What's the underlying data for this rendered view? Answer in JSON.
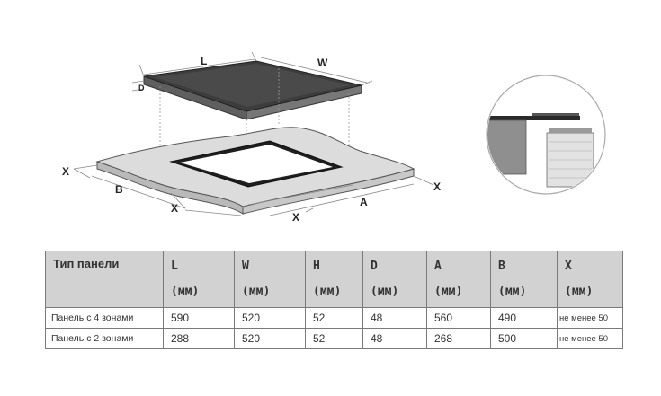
{
  "diagram": {
    "labels": {
      "L": "L",
      "W": "W",
      "D": "D",
      "B": "B",
      "A": "A",
      "X": "X"
    }
  },
  "table": {
    "headers": [
      {
        "label": "Тип панели",
        "unit": ""
      },
      {
        "label": "L",
        "unit": "(мм)"
      },
      {
        "label": "W",
        "unit": "(мм)"
      },
      {
        "label": "H",
        "unit": "(мм)"
      },
      {
        "label": "D",
        "unit": "(мм)"
      },
      {
        "label": "A",
        "unit": "(мм)"
      },
      {
        "label": "B",
        "unit": "(мм)"
      },
      {
        "label": "X",
        "unit": "(мм)"
      }
    ],
    "rows": [
      [
        "Панель с 4 зонами",
        "590",
        "520",
        "52",
        "48",
        "560",
        "490",
        "не менее 50"
      ],
      [
        "Панель с 2 зонами",
        "288",
        "520",
        "52",
        "48",
        "268",
        "500",
        "не менее 50"
      ]
    ]
  }
}
